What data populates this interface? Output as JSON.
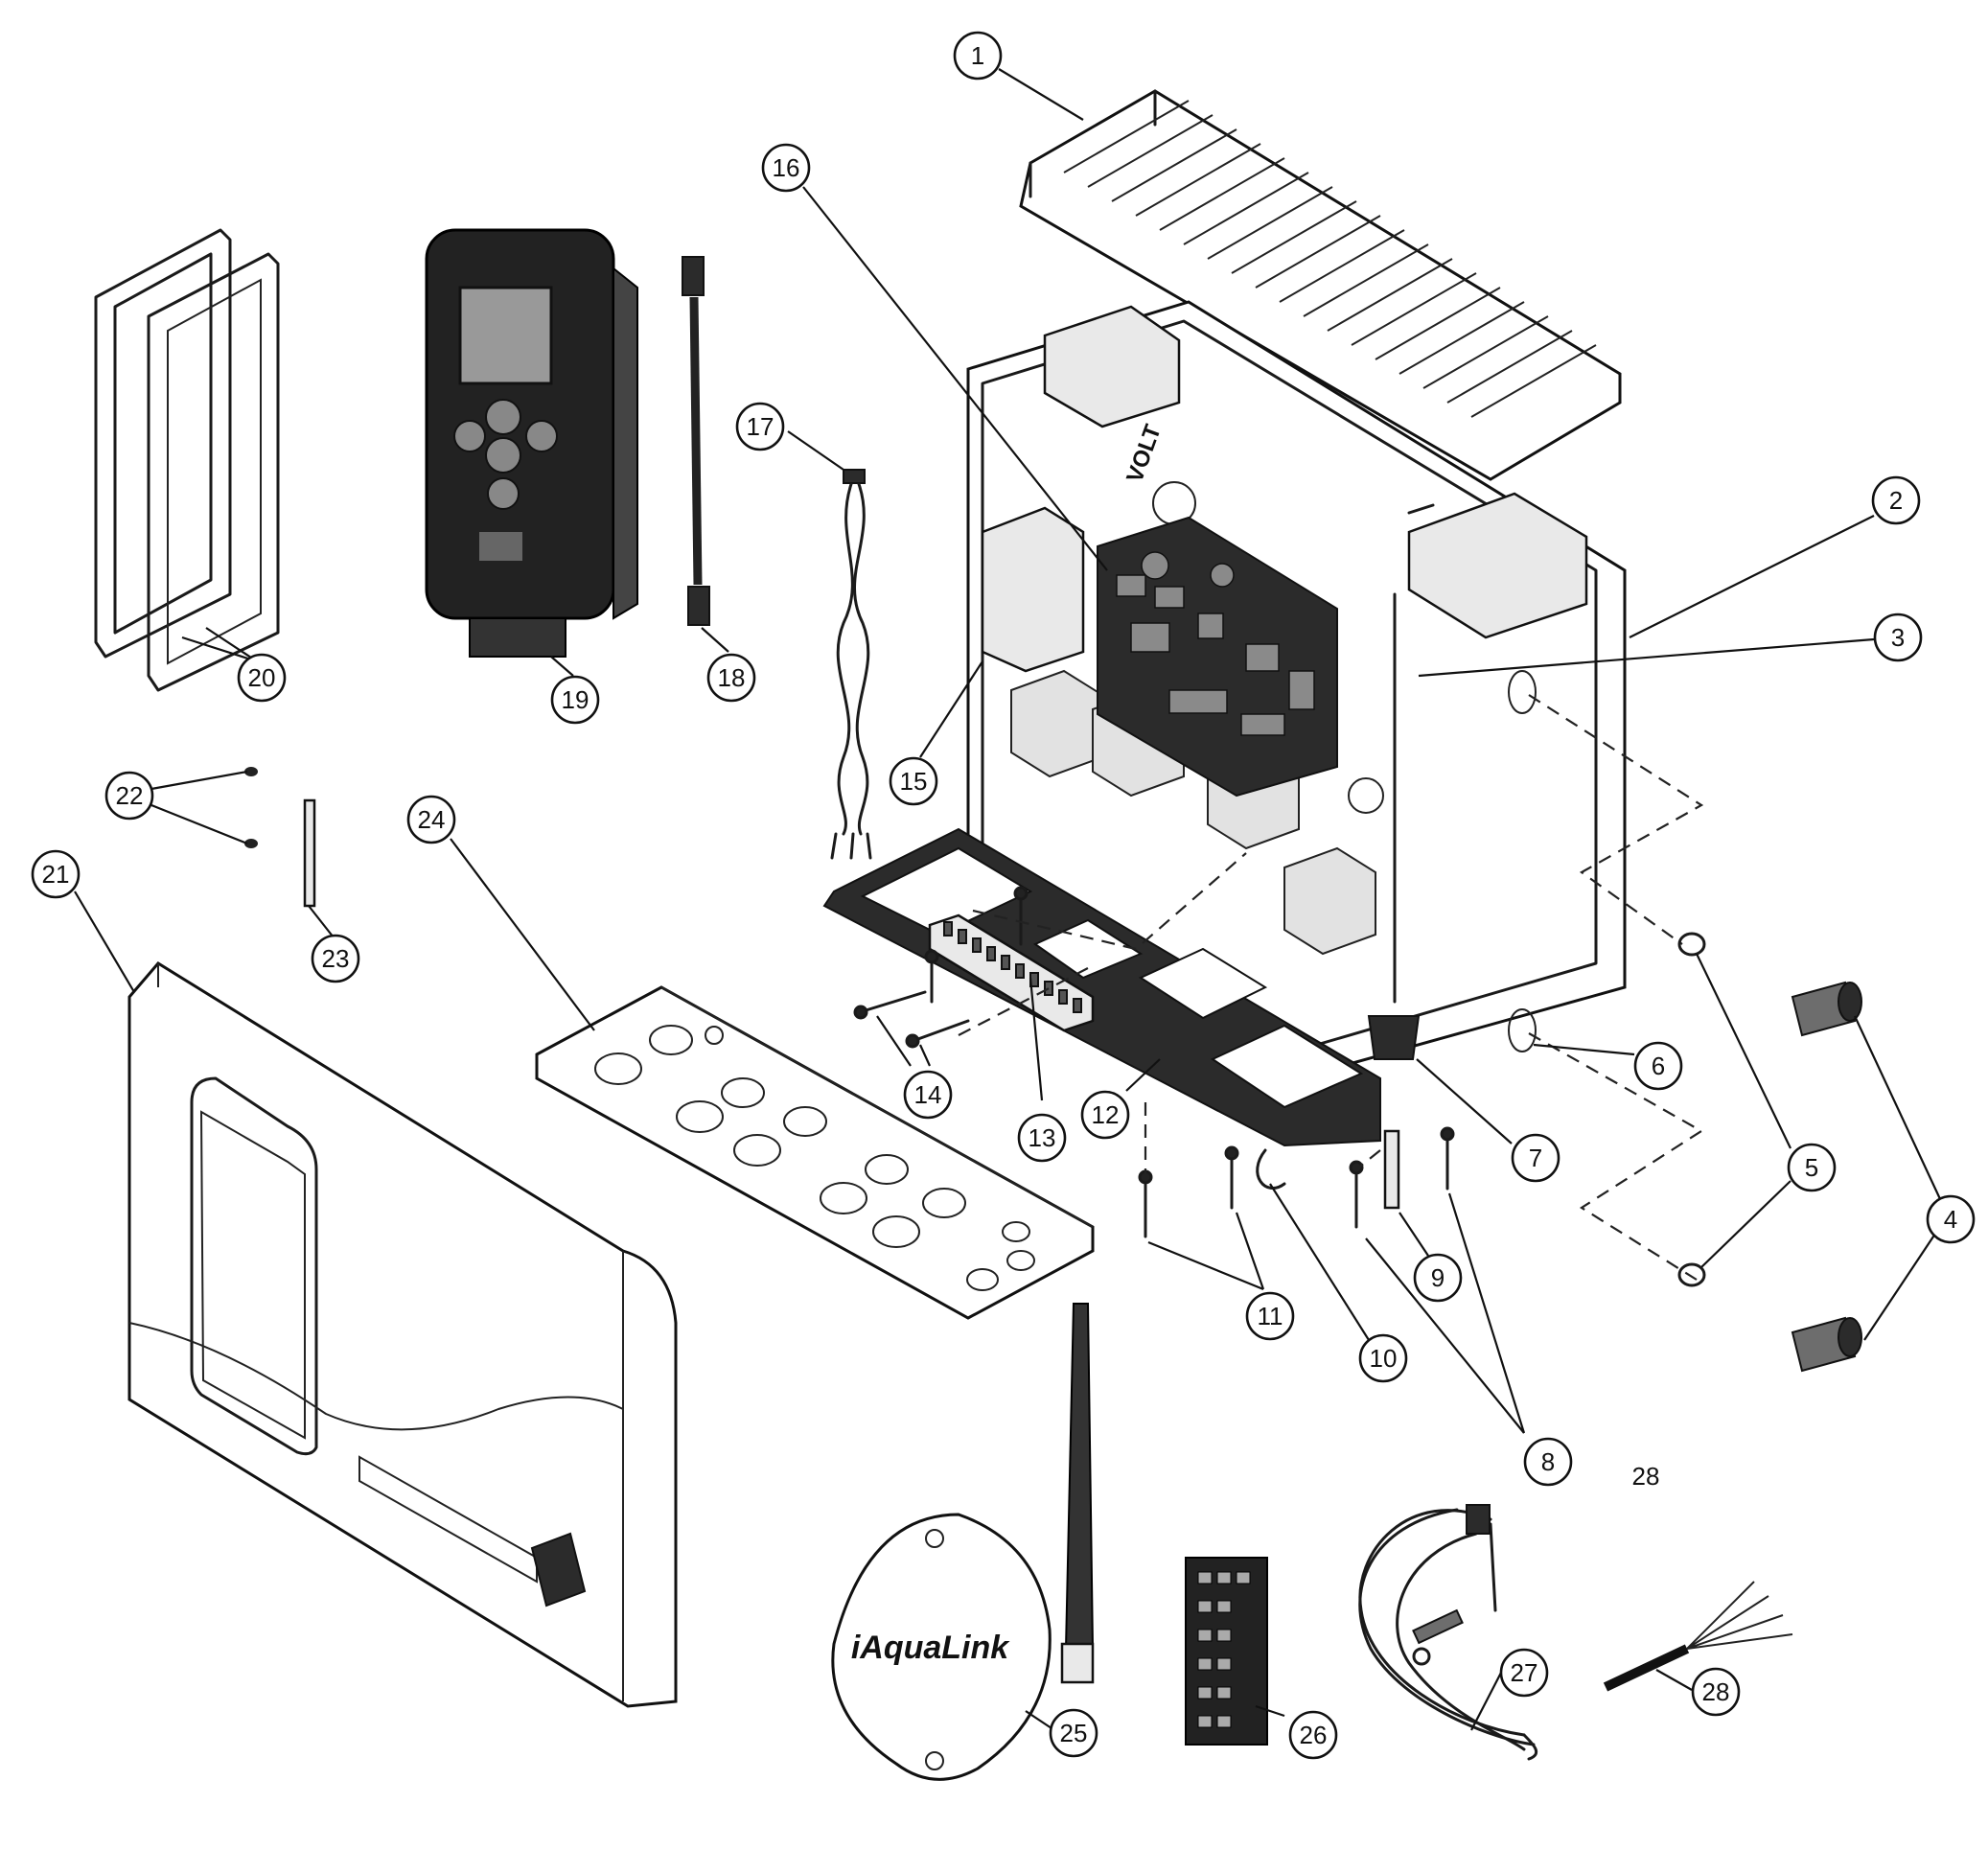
{
  "callouts": [
    {
      "id": "1",
      "label": "1"
    },
    {
      "id": "2",
      "label": "2"
    },
    {
      "id": "3",
      "label": "3"
    },
    {
      "id": "4",
      "label": "4"
    },
    {
      "id": "5",
      "label": "5"
    },
    {
      "id": "6",
      "label": "6"
    },
    {
      "id": "7",
      "label": "7"
    },
    {
      "id": "8",
      "label": "8"
    },
    {
      "id": "9",
      "label": "9"
    },
    {
      "id": "10",
      "label": "10"
    },
    {
      "id": "11",
      "label": "11"
    },
    {
      "id": "12",
      "label": "12"
    },
    {
      "id": "13",
      "label": "13"
    },
    {
      "id": "14",
      "label": "14"
    },
    {
      "id": "15",
      "label": "15"
    },
    {
      "id": "16",
      "label": "16"
    },
    {
      "id": "17",
      "label": "17"
    },
    {
      "id": "18",
      "label": "18"
    },
    {
      "id": "19",
      "label": "19"
    },
    {
      "id": "20",
      "label": "20"
    },
    {
      "id": "21",
      "label": "21"
    },
    {
      "id": "22",
      "label": "22"
    },
    {
      "id": "23",
      "label": "23"
    },
    {
      "id": "24",
      "label": "24"
    },
    {
      "id": "25",
      "label": "25"
    },
    {
      "id": "26",
      "label": "26"
    },
    {
      "id": "27",
      "label": "27"
    },
    {
      "id": "28",
      "label": "28"
    }
  ],
  "loose_label": "28",
  "brand": {
    "antenna_logo": "iAquaLink",
    "box_lettering": "VOLT"
  }
}
